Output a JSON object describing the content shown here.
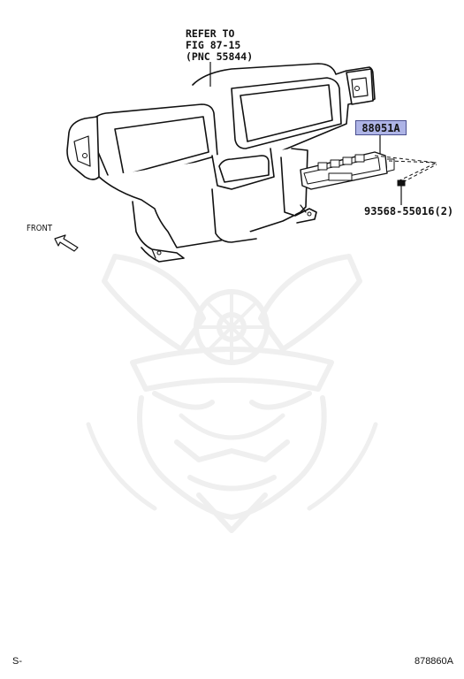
{
  "callouts": {
    "refer": [
      "REFER TO",
      "FIG 87-15",
      "(PNC 55844)"
    ],
    "part_number": "88051A",
    "bolt": "93568-55016(2)",
    "front": "FRONT"
  },
  "footer": {
    "left": "S-",
    "right": "878860A"
  },
  "colors": {
    "part_box_fill": "#aeb4e6",
    "part_box_border": "#4a4f8f",
    "line": "#111111",
    "watermark": "#efefef"
  }
}
